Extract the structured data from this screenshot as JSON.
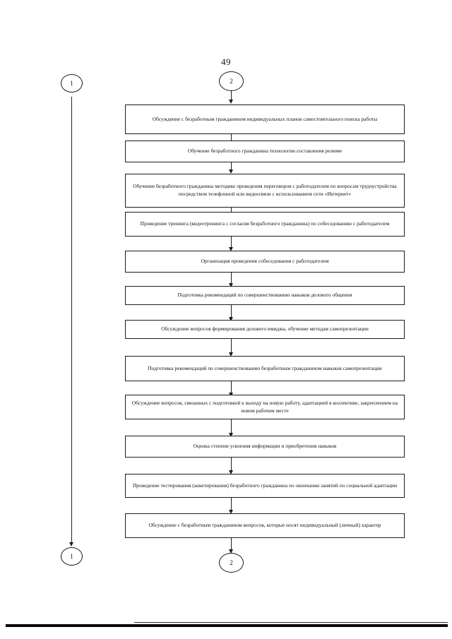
{
  "document": {
    "page_number": "49",
    "title_visible": false
  },
  "connectors": {
    "top_left": {
      "label": "1",
      "name": "connector-1-top"
    },
    "top_center": {
      "label": "2",
      "name": "connector-2-top"
    },
    "bottom_left": {
      "label": "1",
      "name": "connector-1-bottom"
    },
    "bottom_center": {
      "label": "2",
      "name": "connector-2-bottom"
    }
  },
  "flow": {
    "steps": [
      {
        "id": 1,
        "text": "Обсуждение с безработным гражданином индивидуальных планов самостоятельного поиска работы"
      },
      {
        "id": 2,
        "text": "Обучение безработного гражданина технологии составления  резюме"
      },
      {
        "id": 3,
        "text": "Обучение безработного гражданина методике проведения переговоров с работодателем по вопросам трудоустройства посредством телефонной или видеосвязи с использованием  сети «Интернет»"
      },
      {
        "id": 4,
        "text": "Проведение тренинга (видеотренинга с согласия безработного гражданина) по собеседованию с работодателем"
      },
      {
        "id": 5,
        "text": "Организация проведения собеседования с работодателем"
      },
      {
        "id": 6,
        "text": "Подготовка рекомендаций по совершенствованию навыков  делового общения"
      },
      {
        "id": 7,
        "text": "Обсуждение вопросов формирования делового имиджа,  обучение методам  самопрезентации"
      },
      {
        "id": 8,
        "text": "Подготовка рекомендаций по совершенствованию  безработным гражданином  навыков самопрезентации"
      },
      {
        "id": 9,
        "text": "Обсуждение вопросов, связанных с подготовкой к выходу на новую работу, адаптацией в коллективе, закреплением на  новом рабочем месте"
      },
      {
        "id": 10,
        "text": "Оценка степени усвоения информации и приобретения навыков"
      },
      {
        "id": 11,
        "text": "Проведение тестирования (анкетирования) безработного гражданина по окончании занятий по социальной  адаптации"
      },
      {
        "id": 12,
        "text": "Обсуждение с безработным гражданином вопросов, которые носят индивидуальный (личный) характер"
      }
    ]
  },
  "colors": {
    "ink": "#1a1a1a",
    "paper": "#ffffff",
    "rule": "#0a0a0a"
  }
}
